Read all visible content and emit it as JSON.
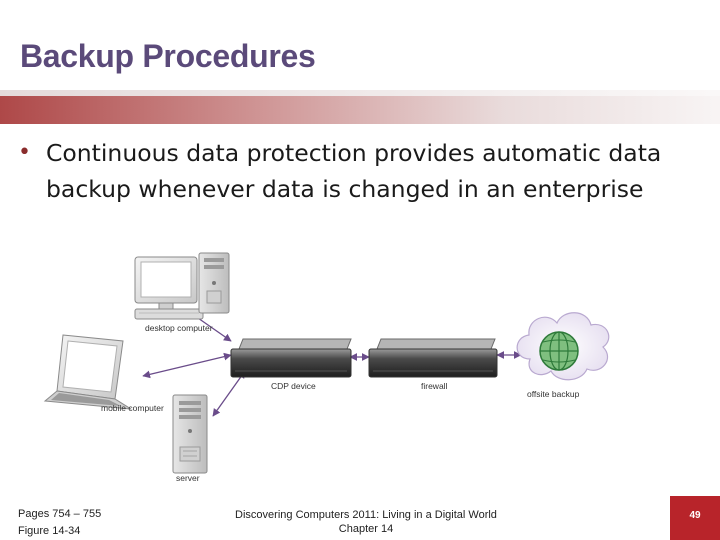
{
  "slide": {
    "title": "Backup Procedures",
    "bullet": "Continuous data protection provides automatic data backup whenever data is changed in an enterprise",
    "bullet_symbol": "•"
  },
  "figure": {
    "labels": {
      "desktop": "desktop computer",
      "mobile": "mobile computer",
      "server": "server",
      "cdp": "CDP device",
      "firewall": "firewall",
      "offsite": "offsite backup"
    }
  },
  "footer": {
    "pages": "Pages 754 – 755",
    "figure": "Figure 14-34",
    "book": "Discovering Computers 2011: Living in a Digital World",
    "chapter": "Chapter 14",
    "page_number": "49"
  },
  "colors": {
    "title": "#5b4a7a",
    "accent": "#b8242a",
    "arrow": "#6a4c8a"
  }
}
